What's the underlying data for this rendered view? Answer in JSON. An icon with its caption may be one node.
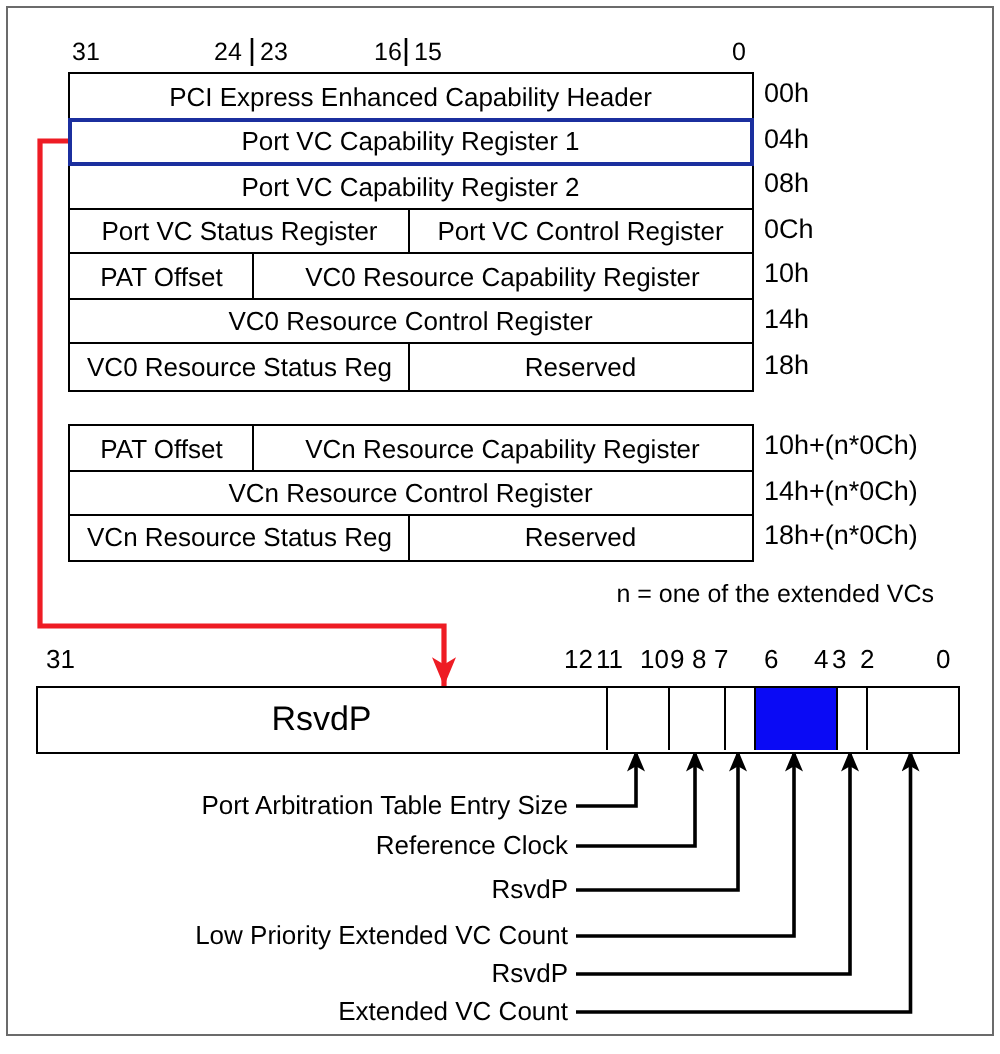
{
  "diagram": {
    "nodes": [
      {
        "text": [
          "PCI Express Enhanced Capability Header"
        ],
        "beside": [
          "00h"
        ]
      },
      {
        "text": [
          "Port VC Capability Register 1"
        ],
        "beside": [
          "04h"
        ]
      },
      {
        "text": [
          "Port VC Capability Register 2"
        ],
        "beside": [
          "08h"
        ]
      },
      {
        "text": [
          "Port VC Status Register"
        ]
      },
      {
        "text": [
          "Port VC Control Register"
        ],
        "beside": [
          "0Ch"
        ]
      },
      {
        "text": [
          "PAT Offset"
        ]
      },
      {
        "text": [
          "VC0 Resource Capability Register"
        ],
        "beside": [
          "10h"
        ]
      },
      {
        "text": [
          "VC0 Resource Control Register"
        ],
        "beside": [
          "14h"
        ]
      },
      {
        "text": [
          "VC0 Resource Status Reg"
        ]
      },
      {
        "text": [
          "Reserved"
        ],
        "beside": [
          "18h"
        ]
      },
      {
        "text": [
          "PAT Offset"
        ]
      },
      {
        "text": [
          "VCn Resource Capability Register"
        ],
        "beside": [
          "10h+(n*0Ch)"
        ]
      },
      {
        "text": [
          "VCn Resource Control Register"
        ],
        "beside": [
          "14h+(n*0Ch)"
        ]
      },
      {
        "text": [
          "VCn Resource Status Reg"
        ]
      },
      {
        "text": [
          "Reserved"
        ],
        "beside": [
          "18h+(n*0Ch)"
        ]
      },
      {
        "text": [],
        "shape": "bar"
      },
      {
        "text": [
          "RsvdP"
        ],
        "in": 15
      },
      {
        "text": [],
        "shape": "box",
        "in": 15
      },
      {
        "text": [],
        "shape": "box",
        "in": 15
      },
      {
        "text": [],
        "shape": "box",
        "in": 15
      },
      {
        "text": [],
        "shape": "box",
        "in": 15
      },
      {
        "text": [],
        "shape": "box",
        "in": 15
      },
      {
        "text": [],
        "shape": "box",
        "in": 15
      },
      {
        "text": [
          "Port Arbitration Table Entry Size"
        ]
      },
      {
        "text": [
          "Reference Clock"
        ]
      },
      {
        "text": [
          "RsvdP"
        ]
      },
      {
        "text": [
          "Low Priority Extended VC Count"
        ]
      },
      {
        "text": [
          "RsvdP"
        ]
      },
      {
        "text": [
          "Extended VC Count"
        ]
      }
    ],
    "edges": [
      {
        "from": 1,
        "to": 15,
        "arrow": "to",
        "color": "#ee1c24"
      },
      {
        "from": 23,
        "to": 17,
        "arrow": "to"
      },
      {
        "from": 24,
        "to": 18,
        "arrow": "to"
      },
      {
        "from": 25,
        "to": 19,
        "arrow": "to"
      },
      {
        "from": 26,
        "to": 20,
        "arrow": "to"
      },
      {
        "from": 27,
        "to": 21,
        "arrow": "to"
      },
      {
        "from": 28,
        "to": 22,
        "arrow": "to"
      }
    ],
    "labels": [
      "31",
      "24",
      "23",
      "16",
      "15",
      "0",
      "n = one of the extended VCs",
      "31",
      "12",
      "11",
      "10",
      "9",
      "8",
      "7",
      "6",
      "4",
      "3",
      "2",
      "0"
    ]
  }
}
